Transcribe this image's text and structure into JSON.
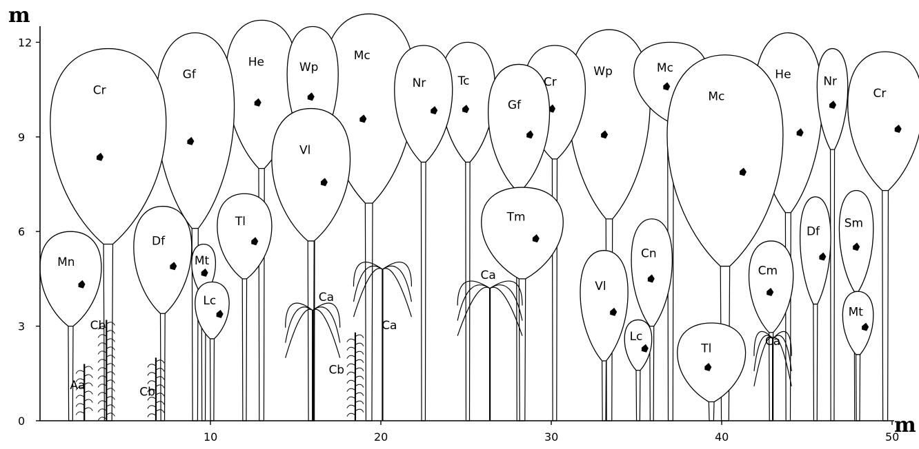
{
  "axis": {
    "y_unit": "m",
    "x_unit": "m",
    "y_ticks": [
      "0",
      "3",
      "6",
      "9",
      "12"
    ],
    "x_ticks": [
      "10",
      "20",
      "30",
      "40",
      "50"
    ]
  },
  "trees": [
    {
      "code": "Cr",
      "x": 4.0,
      "base": 0.0,
      "top": 11.8,
      "crown_bottom": 5.6,
      "width": 6.8
    },
    {
      "code": "Mn",
      "x": 1.8,
      "base": 0.0,
      "top": 6.0,
      "crown_bottom": 3.0,
      "width": 3.6
    },
    {
      "code": "Gf",
      "x": 9.1,
      "base": 0.0,
      "top": 12.3,
      "crown_bottom": 6.1,
      "width": 4.6
    },
    {
      "code": "Df",
      "x": 7.2,
      "base": 0.0,
      "top": 6.8,
      "crown_bottom": 3.4,
      "width": 3.4
    },
    {
      "code": "Mt",
      "x": 9.6,
      "base": 0.0,
      "top": 5.6,
      "crown_bottom": 4.0,
      "width": 1.4
    },
    {
      "code": "Lc",
      "x": 10.1,
      "base": 0.0,
      "top": 4.4,
      "crown_bottom": 2.6,
      "width": 2.0
    },
    {
      "code": "He",
      "x": 13.0,
      "base": 0.0,
      "top": 12.7,
      "crown_bottom": 8.0,
      "width": 4.2
    },
    {
      "code": "Tl",
      "x": 12.0,
      "base": 0.0,
      "top": 7.2,
      "crown_bottom": 4.5,
      "width": 3.2
    },
    {
      "code": "Wp",
      "x": 16.0,
      "base": 0.0,
      "top": 12.5,
      "crown_bottom": 8.5,
      "width": 3.0
    },
    {
      "code": "Vl",
      "x": 15.9,
      "base": 0.0,
      "top": 9.9,
      "crown_bottom": 5.7,
      "width": 4.6
    },
    {
      "code": "Mc",
      "x": 19.3,
      "base": 0.0,
      "top": 12.9,
      "crown_bottom": 6.9,
      "width": 5.4
    },
    {
      "code": "Nr",
      "x": 22.5,
      "base": 0.0,
      "top": 11.9,
      "crown_bottom": 8.2,
      "width": 3.4
    },
    {
      "code": "Tc",
      "x": 25.1,
      "base": 0.0,
      "top": 12.0,
      "crown_bottom": 8.2,
      "width": 3.2
    },
    {
      "code": "Gf",
      "x": 28.1,
      "base": 0.0,
      "top": 11.3,
      "crown_bottom": 7.3,
      "width": 3.6
    },
    {
      "code": "Cr",
      "x": 30.2,
      "base": 0.0,
      "top": 11.9,
      "crown_bottom": 8.3,
      "width": 3.6
    },
    {
      "code": "Tm",
      "x": 28.3,
      "base": 0.0,
      "top": 7.4,
      "crown_bottom": 4.5,
      "width": 4.8
    },
    {
      "code": "Wp",
      "x": 33.4,
      "base": 0.0,
      "top": 12.4,
      "crown_bottom": 6.4,
      "width": 4.8
    },
    {
      "code": "Vl",
      "x": 33.1,
      "base": 0.0,
      "top": 5.4,
      "crown_bottom": 1.9,
      "width": 2.8
    },
    {
      "code": "Mc",
      "x": 37.0,
      "base": 0.0,
      "top": 12.0,
      "crown_bottom": 9.5,
      "width": 4.3
    },
    {
      "code": "Mc",
      "x": 40.2,
      "base": 0.0,
      "top": 11.6,
      "crown_bottom": 4.9,
      "width": 6.8
    },
    {
      "code": "Cn",
      "x": 35.9,
      "base": 0.0,
      "top": 6.4,
      "crown_bottom": 3.0,
      "width": 2.4
    },
    {
      "code": "Lc",
      "x": 35.1,
      "base": 0.0,
      "top": 3.2,
      "crown_bottom": 1.6,
      "width": 1.6
    },
    {
      "code": "Tl",
      "x": 39.4,
      "base": 0.0,
      "top": 3.1,
      "crown_bottom": 0.6,
      "width": 4.0
    },
    {
      "code": "He",
      "x": 43.9,
      "base": 0.0,
      "top": 12.3,
      "crown_bottom": 6.6,
      "width": 4.0
    },
    {
      "code": "Cm",
      "x": 42.9,
      "base": 0.0,
      "top": 5.7,
      "crown_bottom": 2.8,
      "width": 2.6
    },
    {
      "code": "Df",
      "x": 45.5,
      "base": 0.0,
      "top": 7.1,
      "crown_bottom": 3.7,
      "width": 1.8
    },
    {
      "code": "Nr",
      "x": 46.5,
      "base": 0.0,
      "top": 11.8,
      "crown_bottom": 8.6,
      "width": 1.8
    },
    {
      "code": "Cr",
      "x": 49.6,
      "base": 0.0,
      "top": 11.7,
      "crown_bottom": 7.3,
      "width": 4.4
    },
    {
      "code": "Sm",
      "x": 47.9,
      "base": 0.0,
      "top": 7.3,
      "crown_bottom": 4.1,
      "width": 2.0
    },
    {
      "code": "Mt",
      "x": 48.0,
      "base": 0.0,
      "top": 4.1,
      "crown_bottom": 2.1,
      "width": 1.8
    }
  ],
  "palms": [
    {
      "code": "Ca",
      "x": 16.0,
      "height": 3.5,
      "spread": 3.2,
      "label_x": 16.8,
      "label_y": 3.8
    },
    {
      "code": "Ca",
      "x": 20.1,
      "height": 4.8,
      "spread": 3.4,
      "label_x": 20.5,
      "label_y": 2.9
    },
    {
      "code": "Ca",
      "x": 26.4,
      "height": 4.2,
      "spread": 3.8,
      "label_x": 26.3,
      "label_y": 4.5
    },
    {
      "code": "Ca",
      "x": 43.0,
      "height": 2.6,
      "spread": 2.2,
      "label_x": 43.0,
      "label_y": 2.4
    }
  ],
  "shrubs": [
    {
      "code": "Cb",
      "x": 3.9,
      "height": 3.2,
      "label_x": 3.4,
      "label_y": 2.9
    },
    {
      "code": "Cb",
      "x": 6.8,
      "height": 2.0,
      "label_x": 6.3,
      "label_y": 0.8
    },
    {
      "code": "Cb",
      "x": 18.5,
      "height": 2.8,
      "label_x": 17.4,
      "label_y": 1.5
    },
    {
      "code": "Aa",
      "x": 2.6,
      "height": 1.8,
      "label_x": 2.2,
      "label_y": 1.0
    }
  ]
}
